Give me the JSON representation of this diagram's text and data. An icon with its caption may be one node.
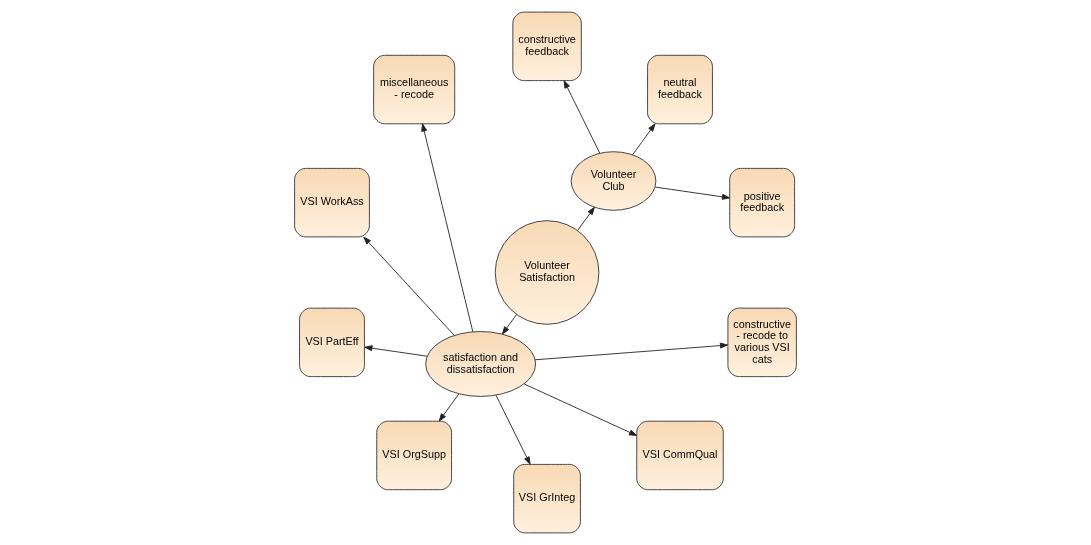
{
  "diagram": {
    "nodes": [
      {
        "text": [
          "Volunteer Satisfaction"
        ]
      },
      {
        "text": [
          "Volunteer Club"
        ]
      },
      {
        "text": [
          "positive feedback"
        ]
      },
      {
        "text": [
          "neutral feedback"
        ]
      },
      {
        "text": [
          "constructive feedback"
        ]
      },
      {
        "text": [
          "satisfaction and dissatisfaction"
        ]
      },
      {
        "text": [
          "miscellaneous - recode"
        ]
      },
      {
        "text": [
          "VSI WorkAss"
        ]
      },
      {
        "text": [
          "VSI PartEff"
        ]
      },
      {
        "text": [
          "VSI OrgSupp"
        ]
      },
      {
        "text": [
          "VSI GrInteg"
        ]
      },
      {
        "text": [
          "VSI CommQual"
        ]
      },
      {
        "text": [
          "constructive - recode to various VSI cats"
        ]
      }
    ],
    "edges": [
      {
        "from": 0,
        "to": 1,
        "arrow": "to"
      },
      {
        "from": 1,
        "to": 2,
        "arrow": "to"
      },
      {
        "from": 1,
        "to": 3,
        "arrow": "to"
      },
      {
        "from": 1,
        "to": 4,
        "arrow": "to"
      },
      {
        "from": 0,
        "to": 5,
        "arrow": "to"
      },
      {
        "from": 5,
        "to": 6,
        "arrow": "to"
      },
      {
        "from": 5,
        "to": 7,
        "arrow": "to"
      },
      {
        "from": 5,
        "to": 8,
        "arrow": "to"
      },
      {
        "from": 5,
        "to": 9,
        "arrow": "to"
      },
      {
        "from": 5,
        "to": 10,
        "arrow": "to"
      },
      {
        "from": 5,
        "to": 11,
        "arrow": "to"
      },
      {
        "from": 5,
        "to": 12,
        "arrow": "to"
      }
    ]
  }
}
